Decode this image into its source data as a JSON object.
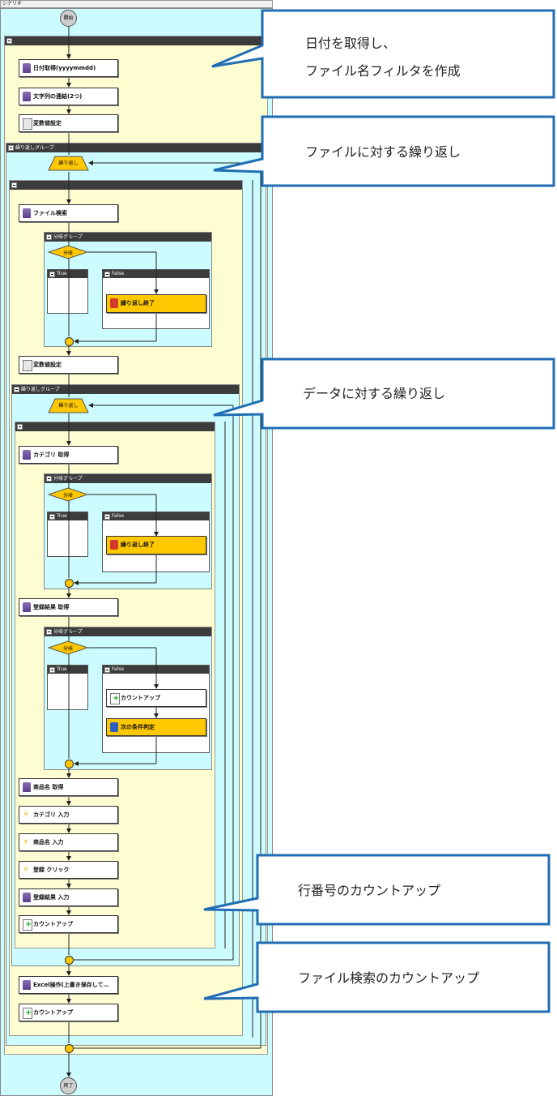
{
  "scenario": {
    "title": "シナリオ",
    "start": "開始",
    "end": "終了"
  },
  "groups": {
    "loop_group": "繰り返しグループ",
    "branch_group": "分岐グループ",
    "loop_label": "繰り返し",
    "branch_label": "分岐",
    "true_label": "True",
    "false_label": "False"
  },
  "nodes": {
    "date_get": "日付取得(yyyymmdd)",
    "concat": "文字列の連結(2つ)",
    "var_set": "変数値設定",
    "file_search": "ファイル検索",
    "loop_end": "繰り返し終了",
    "var_set2": "変数値設定",
    "category_get": "カテゴリ 取得",
    "loop_end2": "繰り返し終了",
    "result_get": "登録結果 取得",
    "count_up": "カウントアップ",
    "next_condition": "次の条件判定",
    "product_get": "商品名 取得",
    "category_input": "カテゴリ 入力",
    "product_input": "商品名 入力",
    "register_click": "登録 クリック",
    "result_input": "登録結果 入力",
    "count_up2": "カウントアップ",
    "excel_op": "Excel操作(上書き保存して…",
    "count_up3": "カウントアップ"
  },
  "callouts": {
    "c1_line1": "日付を取得し、",
    "c1_line2": "ファイル名フィルタを作成",
    "c2": "ファイルに対する繰り返し",
    "c3": "データに対する繰り返し",
    "c4": "行番号のカウントアップ",
    "c5": "ファイル検索のカウントアップ"
  },
  "colors": {
    "callout_border": "#1f6db3",
    "flow_cyan": "#ccfcff",
    "flow_yellow": "#fefdd2",
    "action_orange": "#ffc800"
  }
}
